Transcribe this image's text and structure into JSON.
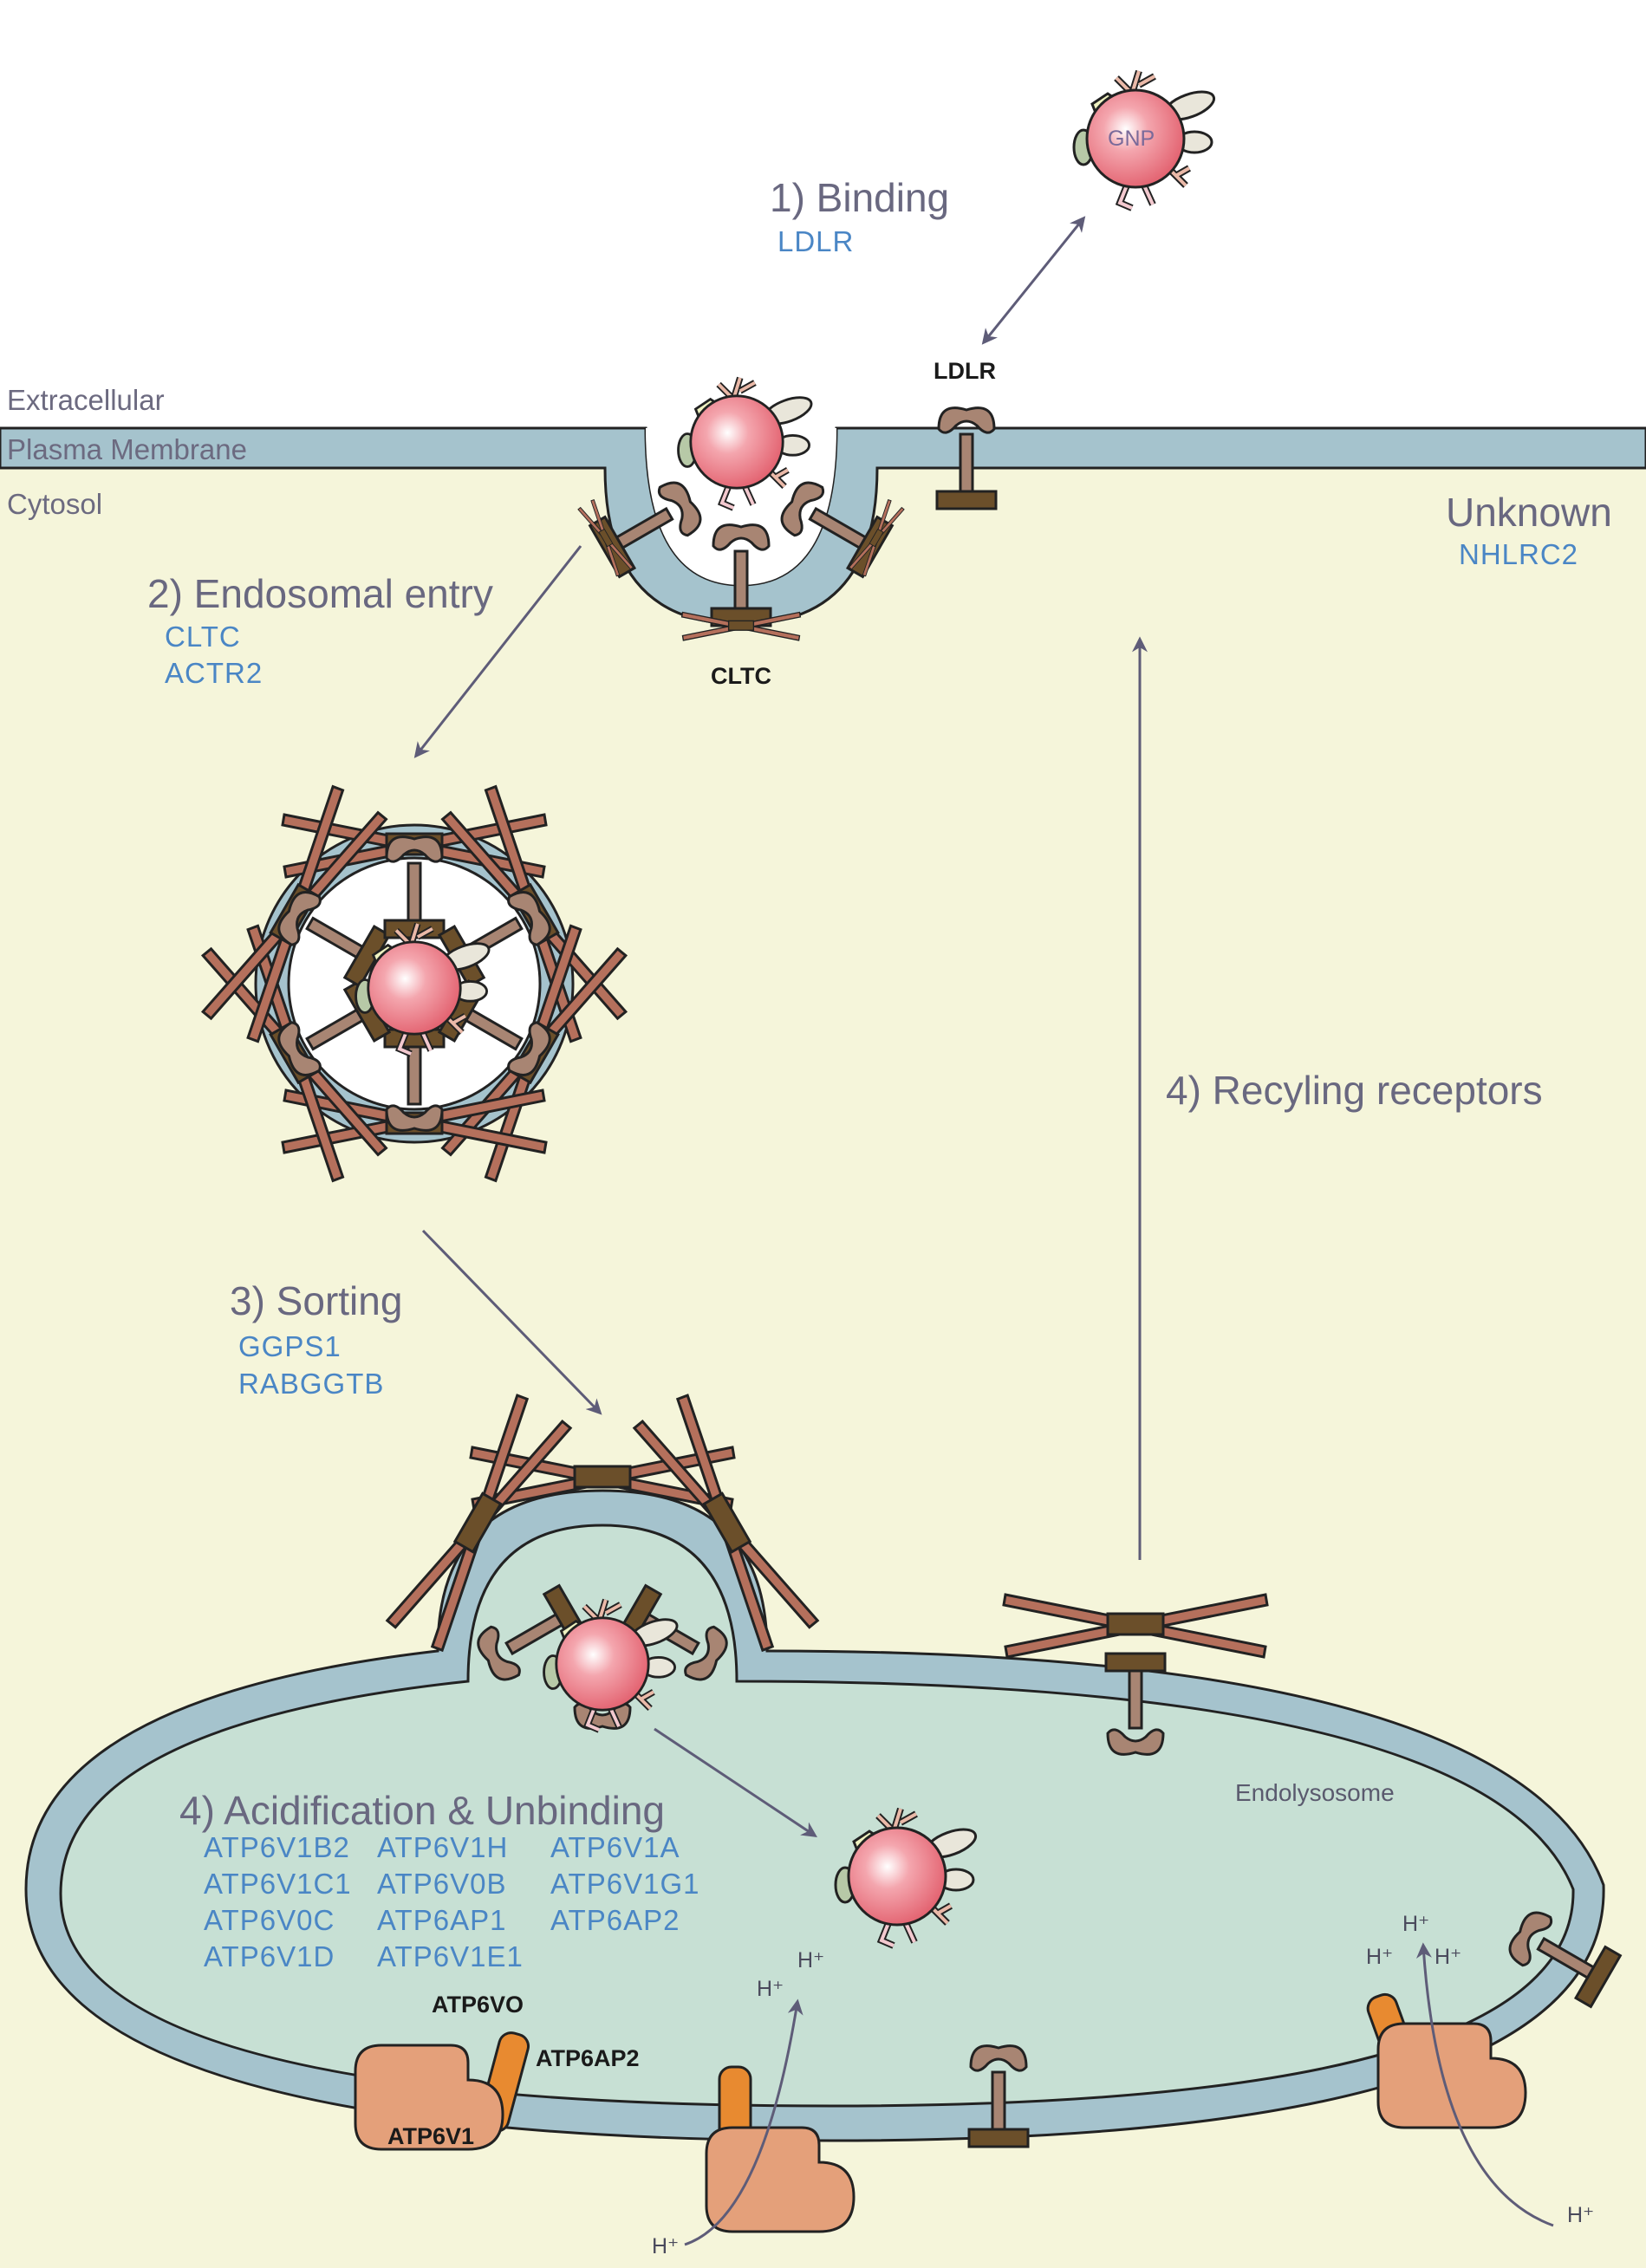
{
  "regions": {
    "extracellular": "Extracellular",
    "plasma_membrane": "Plasma Membrane",
    "cytosol": "Cytosol",
    "endolysosome": "Endolysosome"
  },
  "particle_label": "GNP",
  "steps": {
    "binding": {
      "title": "1) Binding",
      "genes": [
        "LDLR"
      ]
    },
    "endosomal_entry": {
      "title": "2) Endosomal entry",
      "genes": [
        "CLTC",
        "ACTR2"
      ]
    },
    "sorting": {
      "title": "3) Sorting",
      "genes": [
        "GGPS1",
        "RABGGTB"
      ]
    },
    "acidification": {
      "title": "4) Acidification & Unbinding",
      "genes": [
        "ATP6V1B2",
        "ATP6V1H",
        "ATP6V1A",
        "ATP6V1C1",
        "ATP6V0B",
        "ATP6V1G1",
        "ATP6V0C",
        "ATP6AP1",
        "ATP6AP2",
        "ATP6V1D",
        "ATP6V1E1"
      ]
    },
    "recycling": {
      "title": "4) Recyling receptors"
    },
    "unknown": {
      "title": "Unknown",
      "genes": [
        "NHLRC2"
      ]
    }
  },
  "proteins": {
    "ldlr": "LDLR",
    "cltc": "CLTC",
    "atp6vo": "ATP6VO",
    "atp6ap2": "ATP6AP2",
    "atp6v1": "ATP6V1"
  },
  "proton": "H⁺",
  "colors": {
    "cytosol": "#f5f5da",
    "membrane": "#a5c3cd",
    "lumen": "#c7e0d4",
    "receptor": "#a88573",
    "anchor": "#6b4f2a",
    "clathrin": "#b5705c",
    "atpase": "#e4a07a",
    "atp6ap2": "#e88a30",
    "particle": "#ee7a85",
    "arrow": "#5e5c78",
    "gene_text": "#4a86c5"
  }
}
